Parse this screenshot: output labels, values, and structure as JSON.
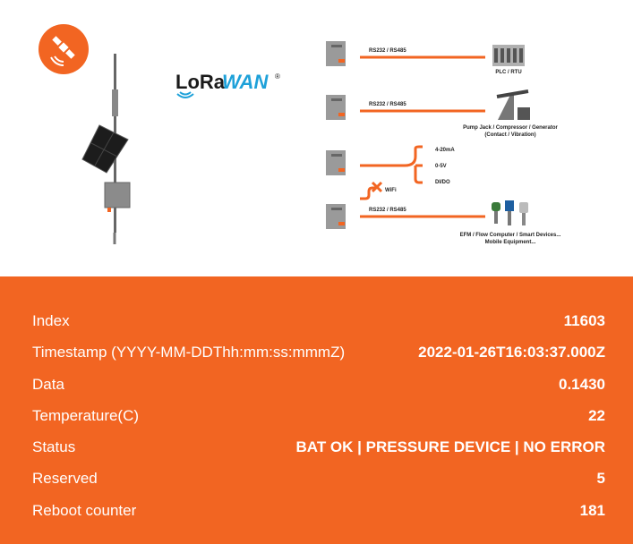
{
  "logo": {
    "prefix": "LoRa",
    "suffix": "WAN",
    "mark": "®"
  },
  "diagram": {
    "links": [
      {
        "interface": "RS232 / RS485",
        "device": "PLC / RTU",
        "device_sub": ""
      },
      {
        "interface": "RS232 / RS485",
        "device": "Pump Jack / Compressor / Generator",
        "device_sub": "(Contact / Vibration)"
      },
      {
        "io": [
          "4-20mA",
          "0-5V",
          "DI/DO"
        ]
      },
      {
        "wifi": "WiFi",
        "interface": "RS232 / RS485",
        "device": "EFM / Flow Computer / Smart Devices...",
        "device_sub": "Mobile Equipment..."
      }
    ]
  },
  "table": {
    "rows": [
      {
        "label": "Index",
        "value": "11603"
      },
      {
        "label": "Timestamp (YYYY-MM-DDThh:mm:ss:mmmZ)",
        "value": "2022-01-26T16:03:37.000Z"
      },
      {
        "label": "Data",
        "value": "0.1430"
      },
      {
        "label": "Temperature(C)",
        "value": "22"
      },
      {
        "label": "Status",
        "value": "BAT OK | PRESSURE DEVICE | NO ERROR"
      },
      {
        "label": "Reserved",
        "value": "5"
      },
      {
        "label": "Reboot counter",
        "value": "181"
      }
    ]
  },
  "colors": {
    "accent": "#f26522",
    "logo_dark": "#1a1a1a",
    "logo_blue": "#1ea1d9",
    "device_gray": "#9a9a9a",
    "text_light": "#ffffff"
  },
  "icons": [
    "satellite-icon",
    "wifi-disabled-icon",
    "plc-icon",
    "pump-jack-icon",
    "flow-meter-icon",
    "gateway-device-icon"
  ]
}
